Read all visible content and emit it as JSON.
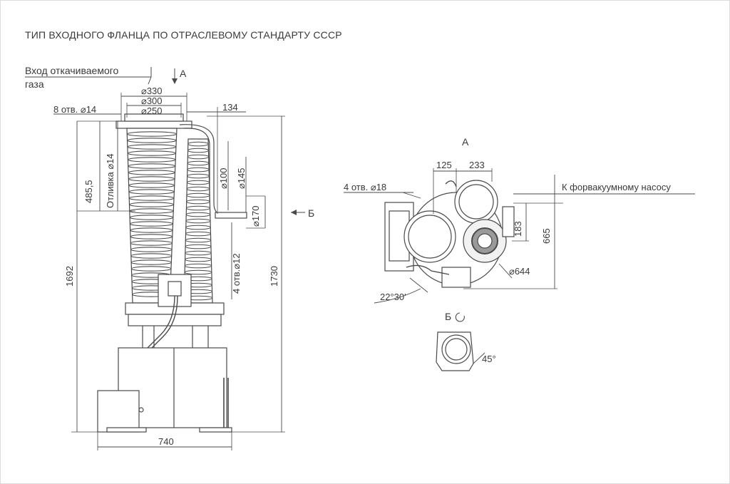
{
  "title": "ТИП ВХОДНОГО ФЛАНЦА ПО ОТРАСЛЕВОМУ СТАНДАРТУ СССР",
  "inlet_label_line1": "Вход откачиваемого",
  "inlet_label_line2": "газа",
  "view_a_arrow_label": "А",
  "view_a_title": "А",
  "section_b_arrow_label": "Б",
  "section_b_title": "Б",
  "holes_8_d14": "8 отв. ⌀14",
  "d330": "⌀330",
  "d300": "⌀300",
  "d250": "⌀250",
  "dim_134": "134",
  "dim_4855": "485,5",
  "casting_d14": "Отливка ⌀14",
  "d100": "⌀100",
  "d145": "⌀145",
  "d170": "⌀170",
  "holes_4_d12": "4 отв.⌀12",
  "dim_1692": "1692",
  "dim_1730": "1730",
  "dim_740": "740",
  "dim_125": "125",
  "dim_233": "233",
  "holes_4_d18": "4 отв. ⌀18",
  "to_forevacuum": "К форвакуумному насосу",
  "dim_183": "183",
  "dim_665": "665",
  "d644": "⌀644",
  "angle_2230": "22°30'",
  "angle_45": "45°"
}
